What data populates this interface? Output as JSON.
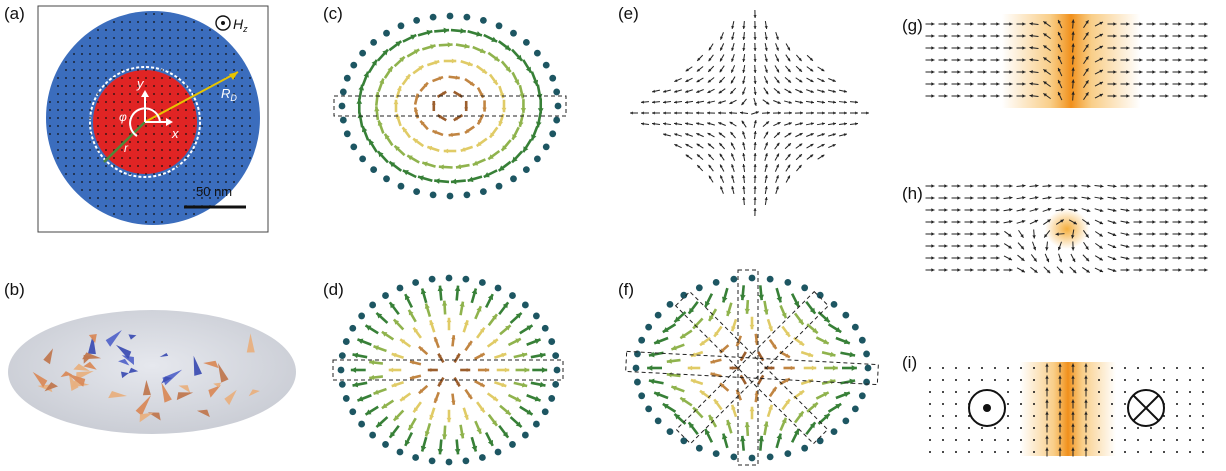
{
  "figure": {
    "panels": [
      {
        "id": "a",
        "label": "(a)"
      },
      {
        "id": "b",
        "label": "(b)"
      },
      {
        "id": "c",
        "label": "(c)"
      },
      {
        "id": "d",
        "label": "(d)"
      },
      {
        "id": "e",
        "label": "(e)"
      },
      {
        "id": "f",
        "label": "(f)"
      },
      {
        "id": "g",
        "label": "(g)"
      },
      {
        "id": "h",
        "label": "(h)"
      },
      {
        "id": "i",
        "label": "(i)"
      }
    ],
    "panel_a": {
      "field_label": "H",
      "field_subscript": "z",
      "radius_label": "R",
      "radius_subscript": "D",
      "axis_x": "x",
      "axis_y": "y",
      "angle_label": "φ",
      "r_label": "r",
      "scale_bar": "50 nm",
      "colors": {
        "disk": "#3b6dbd",
        "core": "#e02424",
        "radius_line": "#e8c400",
        "r_line": "#4d8a3a"
      }
    },
    "colors": {
      "core_brown": "#7a3b1a",
      "mid_yellow": "#e8e070",
      "outer_green": "#3d8a2c",
      "edge_teal": "#1d5662",
      "glow_orange": "#f4a628",
      "arrow_dark": "#222222"
    }
  }
}
